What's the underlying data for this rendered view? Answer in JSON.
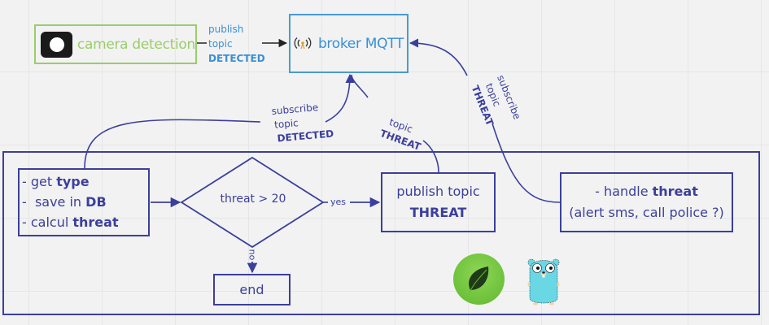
{
  "camera": {
    "icon": "camera-icon",
    "label": "camera detection",
    "edge_label_line1": "publish",
    "edge_label_line2": "topic",
    "edge_label_topic": "DETECTED"
  },
  "broker": {
    "icon": "wireless-broadcast-icon",
    "label": "broker MQTT"
  },
  "subscribe_detected": {
    "line1": "subscribe",
    "line2": "topic",
    "topic": "DETECTED"
  },
  "publish_threat_edge": {
    "line1": "topic",
    "topic": "THREAT"
  },
  "subscribe_threat": {
    "line1": "subscribe",
    "line2": "topic",
    "topic": "THREAT"
  },
  "process_box": {
    "line1_prefix": "- get ",
    "line1_bold": "type",
    "line2_prefix": "-  save in ",
    "line2_bold": "DB",
    "line3_prefix": "- calcul ",
    "line3_bold": "threat"
  },
  "decision": {
    "label": "threat > 20",
    "yes_label": "yes",
    "no_label": "no"
  },
  "publish_box": {
    "line1": "publish topic",
    "line2_bold": "THREAT"
  },
  "handler_box": {
    "line1_prefix": "- handle ",
    "line1_bold": "threat",
    "line2": "(alert sms, call police ?)"
  },
  "end_box": {
    "label": "end"
  },
  "logos": {
    "leaf": "leaf-logo-icon",
    "gopher": "gopher-mascot-icon"
  },
  "colors": {
    "navy": "#3b3f9c",
    "green": "#9acd6a",
    "blue": "#3a8fd6",
    "broker_border": "#4a9bd1",
    "background": "#f2f2f2"
  }
}
